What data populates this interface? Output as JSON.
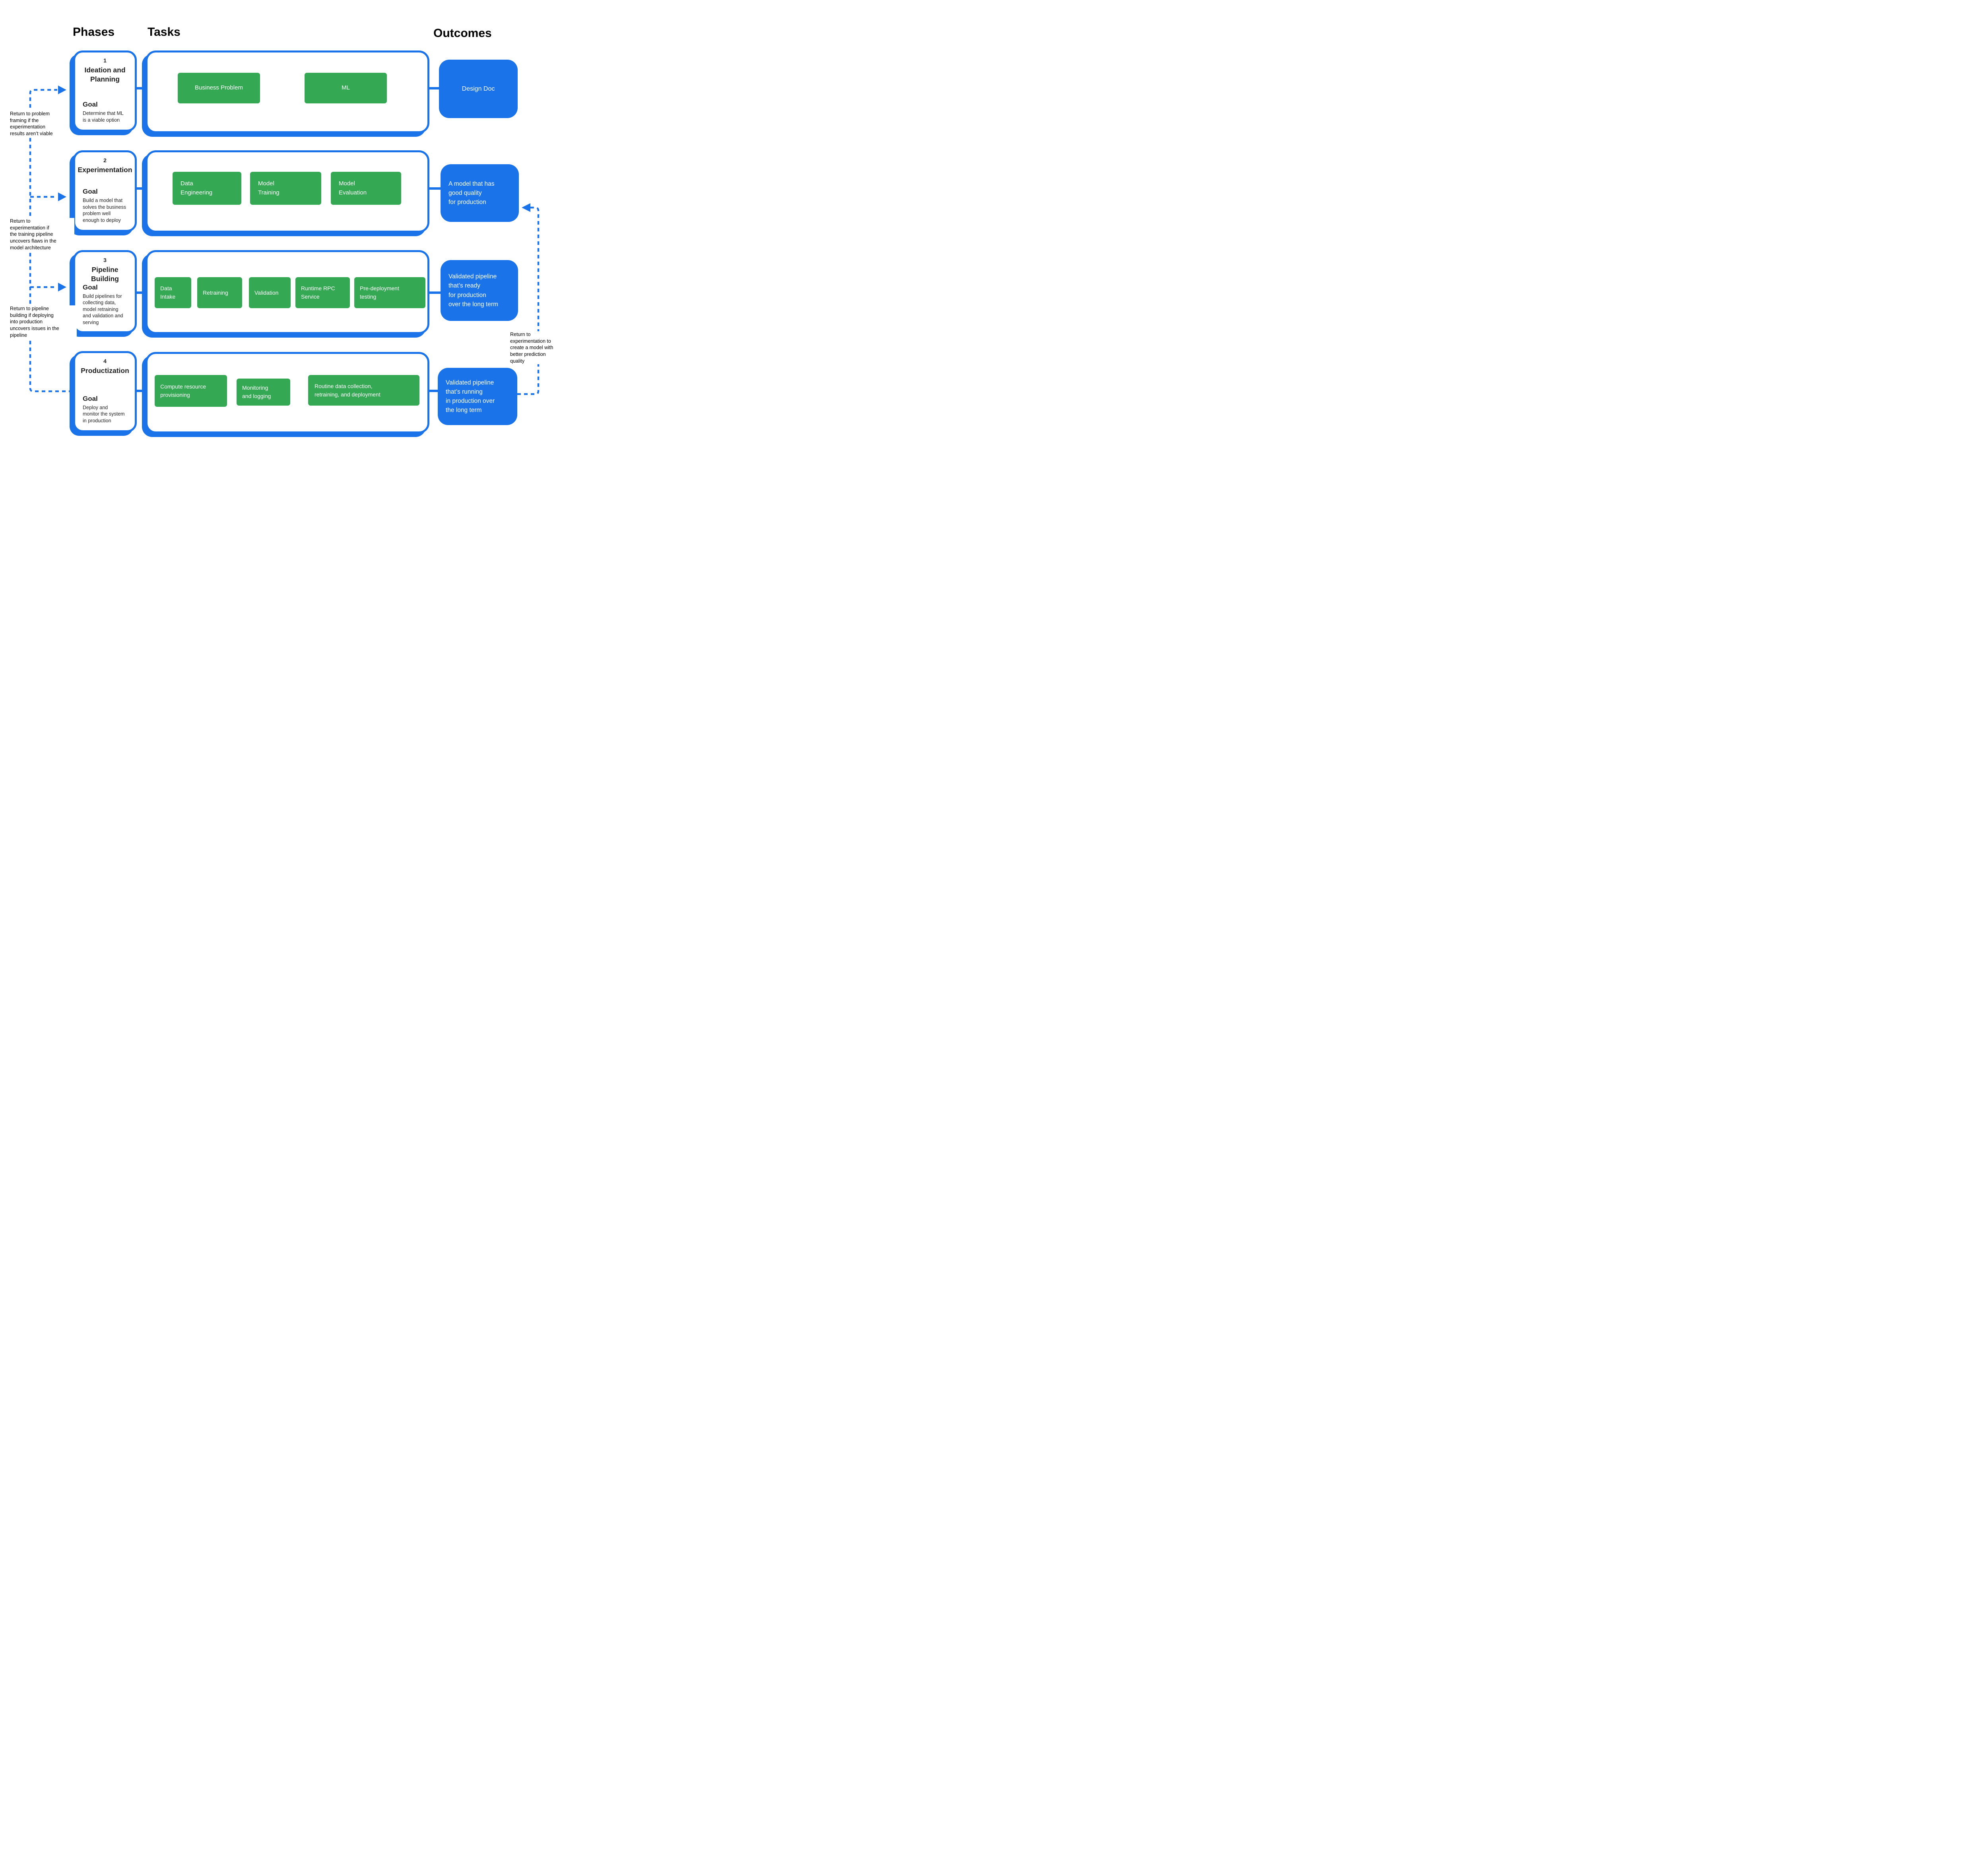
{
  "header": {
    "phases": "Phases",
    "tasks": "Tasks",
    "outcomes": "Outcomes"
  },
  "colors": {
    "accent_blue": "#1a73e8",
    "task_green": "#34a853",
    "text": "#000000"
  },
  "phases": [
    {
      "number": "1",
      "title": "Ideation and\nPlanning",
      "goal_label": "Goal",
      "goal_text": "Determine that ML\nis a viable option"
    },
    {
      "number": "2",
      "title": "Experimentation",
      "goal_label": "Goal",
      "goal_text": "Build a model that\nsolves the business\nproblem well\nenough to deploy"
    },
    {
      "number": "3",
      "title": "Pipeline Building",
      "goal_label": "Goal",
      "goal_text": "Build pipelines for\ncollecting data,\nmodel retraining\nand validation and\nserving"
    },
    {
      "number": "4",
      "title": "Productization",
      "goal_label": "Goal",
      "goal_text": "Deploy and\nmonitor the system\nin production"
    }
  ],
  "tasks": {
    "row1": [
      "Business Problem",
      "ML"
    ],
    "row2": [
      "Data\nEngineering",
      "Model\nTraining",
      "Model\nEvaluation"
    ],
    "row3": [
      "Data\nIntake",
      "Retraining",
      "Validation",
      "Runtime RPC\nService",
      "Pre-deployment\ntesting"
    ],
    "row4": [
      "Compute  resource\nprovisioning",
      "Monitoring\nand logging",
      "Routine data collection,\nretraining, and deployment"
    ]
  },
  "outcomes": [
    "Design Doc",
    "A model that has\ngood quality\nfor production",
    "Validated pipeline\nthat’s ready\nfor production\nover the long term",
    "Validated pipeline\nthat’s running\nin production over\nthe long term"
  ],
  "notes": {
    "left1": "Return to problem\nframing if the\nexperimentation\nresults aren’t viable",
    "left2": "Return to\nexperimentation if\nthe training pipeline\nuncovers flaws in the\nmodel architecture",
    "left3": "Return to pipeline\nbuilding if deploying\ninto production\nuncovers issues in the\npipeline",
    "right1": "Return to\nexperimentation to\ncreate a model with\nbetter prediction\nquality"
  }
}
